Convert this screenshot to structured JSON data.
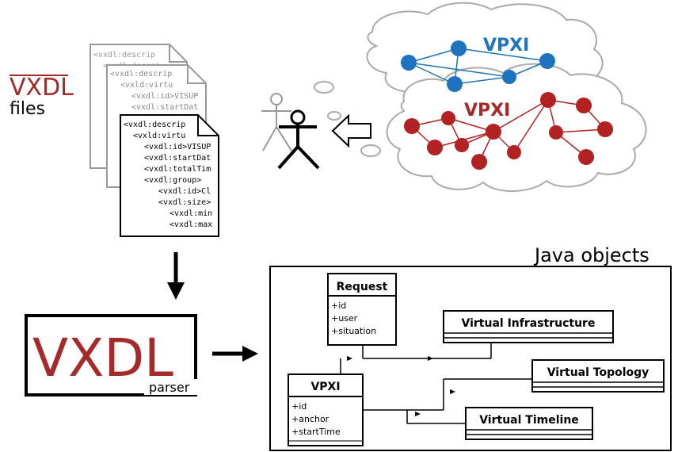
{
  "vxdl_files": {
    "logo_text": "VXDL",
    "label": "files"
  },
  "documents": {
    "back": [
      "<vxdl:descrip",
      "<vxdl:descri"
    ],
    "middle": [
      "<vxdl:descrip",
      "<vxld:virtu",
      "<vxdl:id>VISUP",
      "<vxdl:startDat"
    ],
    "front": [
      "<vxdl:descrip",
      "<vxld:virtu",
      "<vxdl:id>VISUP",
      "<vxdl:startDat",
      "<vxdl:totalTim",
      "<vxdl:group>",
      "<vxdl:id>Cl",
      "<vxdl:size>",
      "<vxdl:min",
      "<vxdl:max"
    ]
  },
  "clouds": {
    "blue_label": "VPXI",
    "red_label": "VPXI",
    "colors": {
      "blue": "#1e73be",
      "red": "#a52a2a",
      "red_node": "#b22222"
    }
  },
  "parser": {
    "logo_text": "VXDL",
    "sublabel": "parser",
    "color": "#a52a2a"
  },
  "java_objects": {
    "title": "Java objects",
    "classes": {
      "request": {
        "name": "Request",
        "attributes": [
          "+id",
          "+user",
          "+situation"
        ]
      },
      "vpxi": {
        "name": "VPXI",
        "attributes": [
          "+id",
          "+anchor",
          "+startTime"
        ]
      },
      "virtual_infrastructure": {
        "name": "Virtual Infrastructure"
      },
      "virtual_topology": {
        "name": "Virtual Topology"
      },
      "virtual_timeline": {
        "name": "Virtual Timeline"
      }
    }
  }
}
